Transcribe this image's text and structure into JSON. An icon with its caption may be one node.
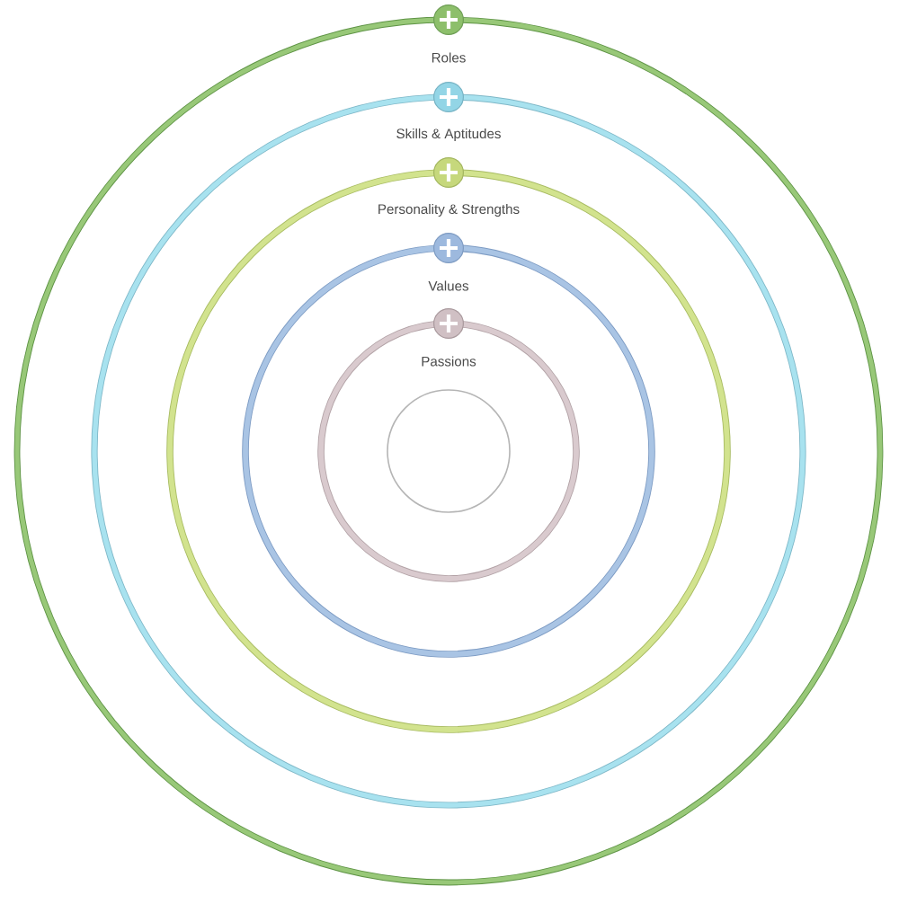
{
  "diagram": {
    "nodes": [
      {
        "text": [
          "Roles"
        ]
      },
      {
        "text": [
          "Skills & Aptitudes"
        ],
        "in": 0
      },
      {
        "text": [
          "Personality & Strengths"
        ],
        "in": 1
      },
      {
        "text": [
          "Values"
        ],
        "in": 2
      },
      {
        "text": [
          "Passions"
        ],
        "in": 3
      },
      {
        "text": [],
        "shape": "circle",
        "in": 4
      }
    ]
  }
}
